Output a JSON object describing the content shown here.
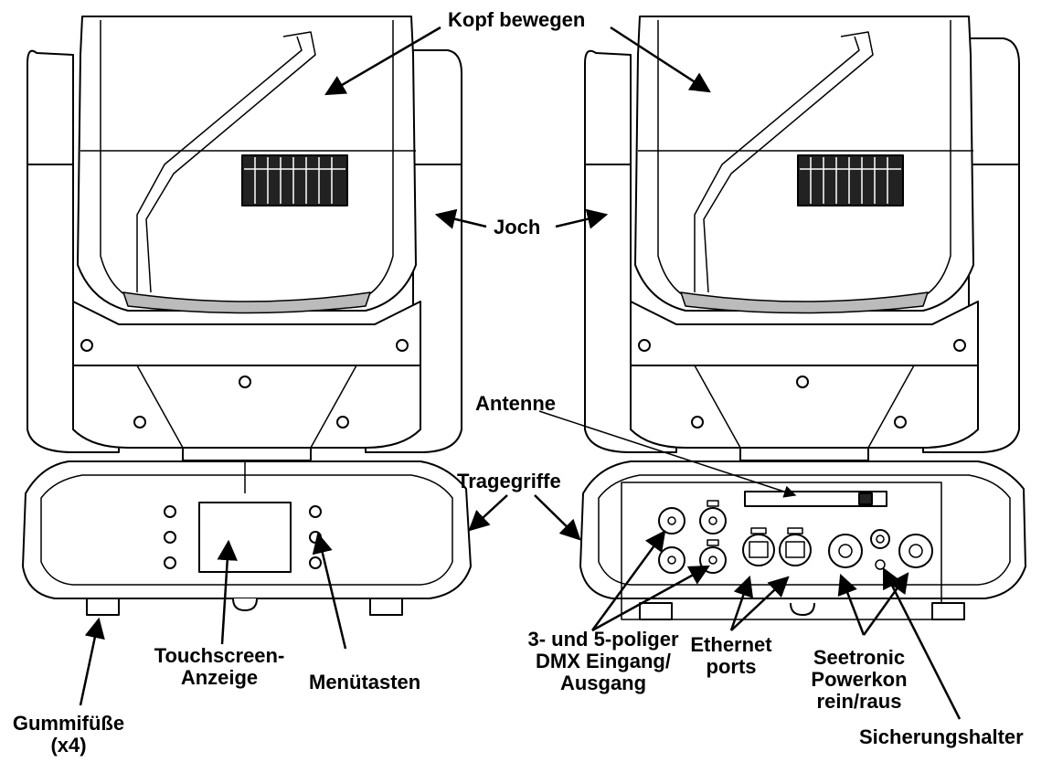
{
  "labels": {
    "kopf": "Kopf bewegen",
    "joch": "Joch",
    "antenne": "Antenne",
    "tragegriffe": "Tragegriffe",
    "touchscreen": [
      "Touchscreen-",
      "Anzeige"
    ],
    "menutasten": "Menütasten",
    "gummifusse": [
      "Gummifüße",
      "(x4)"
    ],
    "dmx": [
      "3- und 5-poliger",
      "DMX Eingang/",
      "Ausgang"
    ],
    "ethernet": [
      "Ethernet",
      "ports"
    ],
    "powerkon": [
      "Seetronic",
      "Powerkon",
      "rein/raus"
    ],
    "sicherung": "Sicherungshalter"
  },
  "colors": {
    "line": "#000000",
    "fill": "#ffffff",
    "vent": "#222222"
  }
}
